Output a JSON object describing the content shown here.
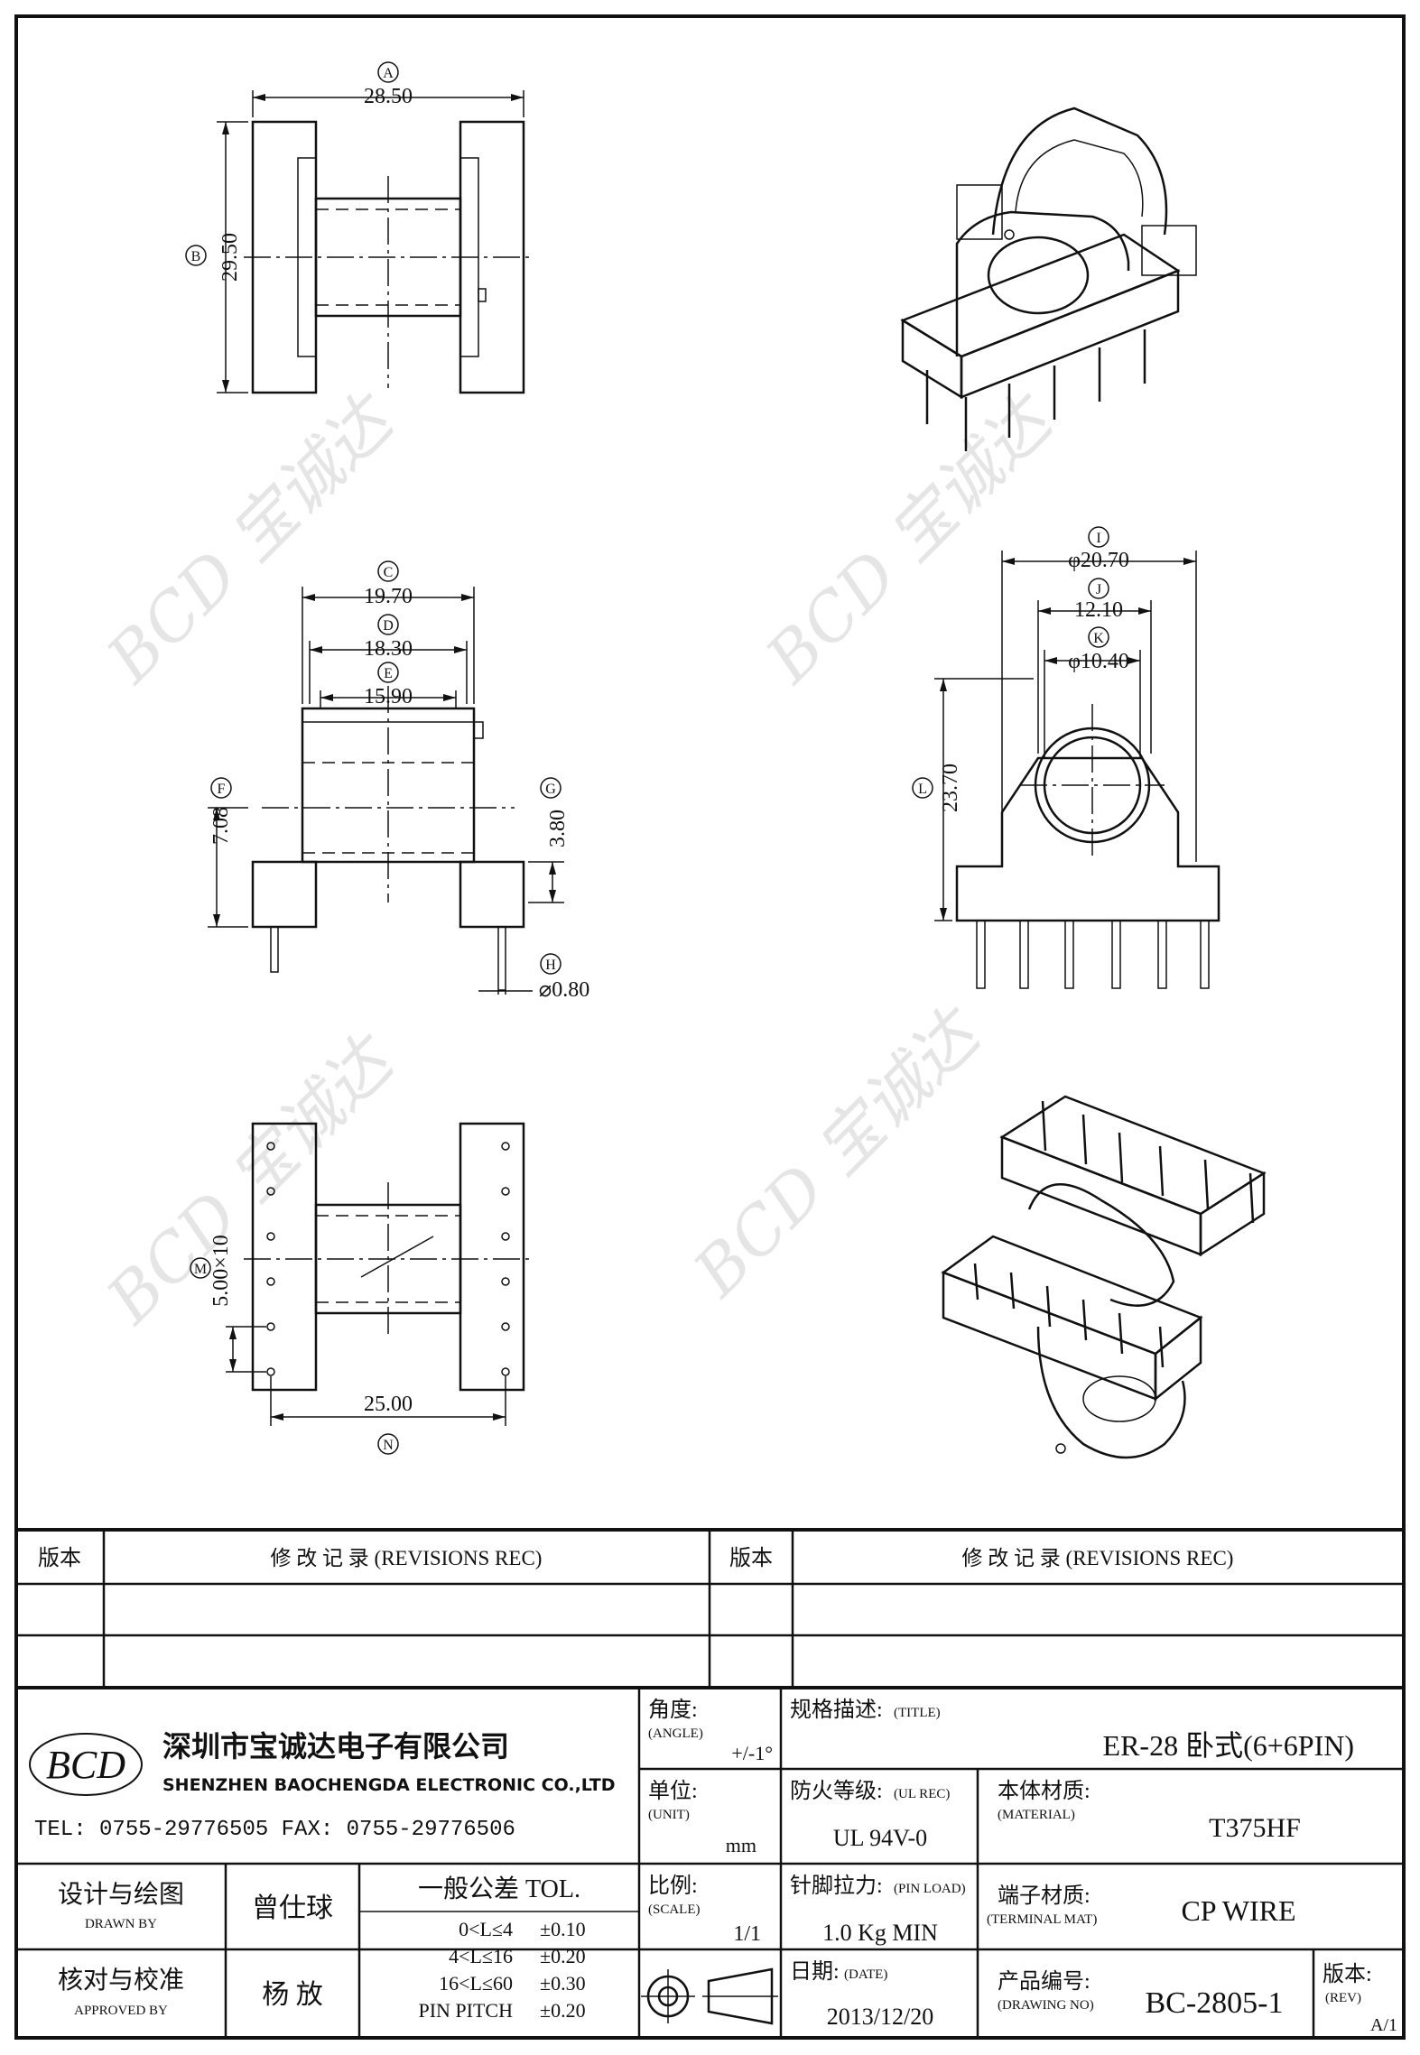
{
  "dimensions": {
    "A": {
      "tag": "A",
      "value": "28.50"
    },
    "B": {
      "tag": "B",
      "value": "29.50"
    },
    "C": {
      "tag": "C",
      "value": "19.70"
    },
    "D": {
      "tag": "D",
      "value": "18.30"
    },
    "E": {
      "tag": "E",
      "value": "15.90"
    },
    "F": {
      "tag": "F",
      "value": "7.08"
    },
    "G": {
      "tag": "G",
      "value": "3.80"
    },
    "H": {
      "tag": "H",
      "value": "⌀0.80"
    },
    "I": {
      "tag": "I",
      "value": "φ20.70"
    },
    "J": {
      "tag": "J",
      "value": "12.10"
    },
    "K": {
      "tag": "K",
      "value": "φ10.40"
    },
    "L": {
      "tag": "L",
      "value": "23.70"
    },
    "M": {
      "tag": "M",
      "value": "5.00×10"
    },
    "N": {
      "tag": "N",
      "value": "25.00"
    }
  },
  "revisions": {
    "version_label": "版本",
    "record_label": "修 改 记 录 (REVISIONS REC)"
  },
  "company": {
    "logo_text": "BCD",
    "name_cn": "深圳市宝诚达电子有限公司",
    "name_en": "SHENZHEN BAOCHENGDA ELECTRONIC CO.,LTD",
    "contact": "TEL: 0755-29776505  FAX: 0755-29776506"
  },
  "title_block": {
    "angle_label": "角度:",
    "angle_label_en": "(ANGLE)",
    "angle_value": "+/-1°",
    "title_label": "规格描述:",
    "title_label_en": "(TITLE)",
    "title_value": "ER-28 卧式(6+6PIN)",
    "unit_label": "单位:",
    "unit_label_en": "(UNIT)",
    "unit_value": "mm",
    "ul_label": "防火等级:",
    "ul_label_en": "(UL REC)",
    "ul_value": "UL 94V-0",
    "material_label": "本体材质:",
    "material_label_en": "(MATERIAL)",
    "material_value": "T375HF",
    "scale_label": "比例:",
    "scale_label_en": "(SCALE)",
    "scale_value": "1/1",
    "pinload_label": "针脚拉力:",
    "pinload_label_en": "(PIN LOAD)",
    "pinload_value": "1.0 Kg MIN",
    "terminal_label": "端子材质:",
    "terminal_label_en": "(TERMINAL MAT)",
    "terminal_value": "CP WIRE",
    "date_label": "日期:",
    "date_label_en": "(DATE)",
    "date_value": "2013/12/20",
    "drawing_no_label": "产品编号:",
    "drawing_no_label_en": "(DRAWING NO)",
    "drawing_no_value": "BC-2805-1",
    "rev_label": "版本:",
    "rev_label_en": "(REV)",
    "rev_value": "A/1",
    "drawn_label": "设计与绘图",
    "drawn_label_en": "DRAWN BY",
    "drawn_value": "曾仕球",
    "approved_label": "核对与校准",
    "approved_label_en": "APPROVED BY",
    "approved_value": "杨 放",
    "tolerance_title": "一般公差 TOL.",
    "tolerances": [
      {
        "range": "0<L≤4",
        "tol": "±0.10"
      },
      {
        "range": "4<L≤16",
        "tol": "±0.20"
      },
      {
        "range": "16<L≤60",
        "tol": "±0.30"
      },
      {
        "range": "PIN PITCH",
        "tol": "±0.20"
      }
    ]
  },
  "watermark": "BCD 宝诚达"
}
